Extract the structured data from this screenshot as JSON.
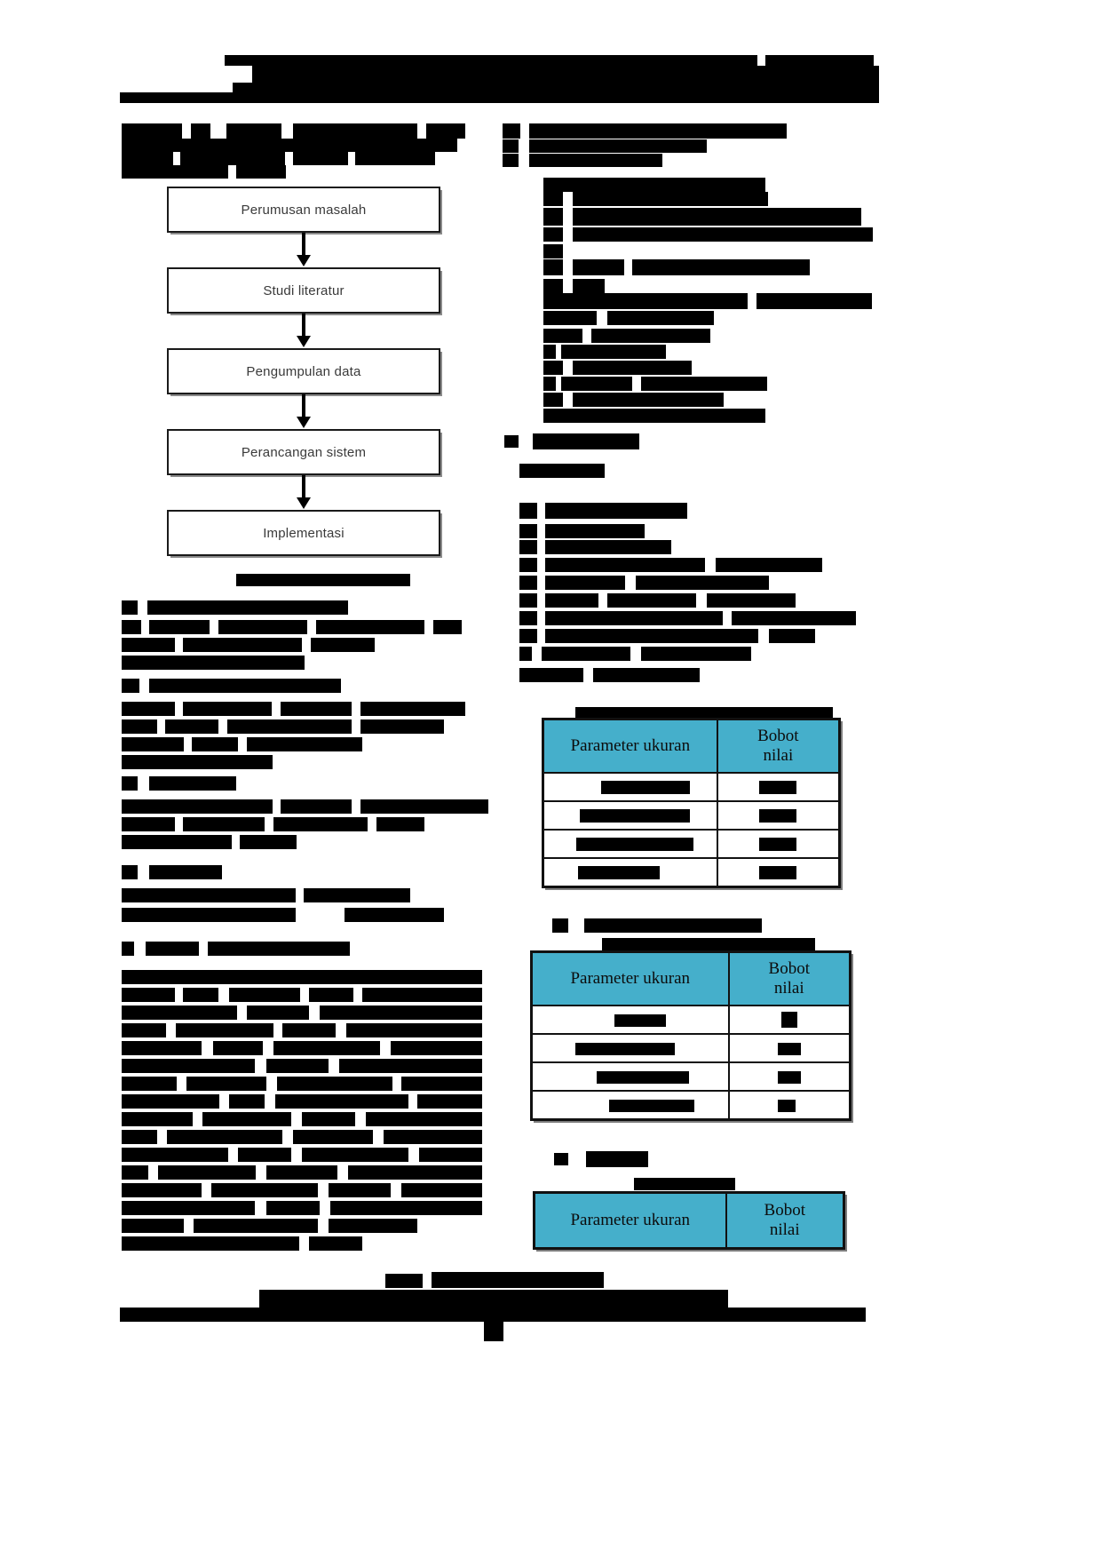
{
  "document": {
    "type": "academic-paper-page",
    "language": "Indonesian",
    "note": "Most body text is redacted with solid black bars; only figure and table labels remain legible."
  },
  "flowchart": {
    "name": "research-methodology-flowchart",
    "steps": [
      {
        "label": "Perumusan masalah"
      },
      {
        "label": "Studi literatur"
      },
      {
        "label": "Pengumpulan data"
      },
      {
        "label": "Perancangan sistem"
      },
      {
        "label": "Implementasi"
      }
    ]
  },
  "tables": [
    {
      "id": "table-1",
      "headers": {
        "col1": "Parameter ukuran",
        "col2": "Bobot",
        "col2_line2": "nilai"
      },
      "rows": 4,
      "header_color": "#45AFCB"
    },
    {
      "id": "table-2",
      "headers": {
        "col1": "Parameter ukuran",
        "col2": "Bobot",
        "col2_line2": "nilai"
      },
      "rows": 4,
      "header_color": "#45AFCB"
    },
    {
      "id": "table-3",
      "headers": {
        "col1": "Parameter ukuran",
        "col2": "Bobot",
        "col2_line2": "nilai"
      },
      "rows": 0,
      "header_color": "#45AFCB"
    }
  ],
  "colors": {
    "table_header": "#45AFCB",
    "redaction": "#000000",
    "box_text": "#3a3a3a",
    "border": "#111111"
  }
}
